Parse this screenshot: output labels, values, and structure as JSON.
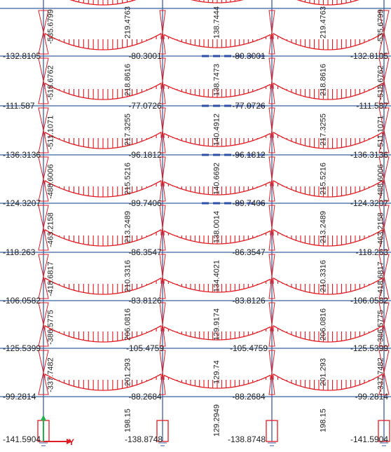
{
  "view": {
    "axis_label": "Y",
    "colors": {
      "frame": "#3a5fa0",
      "diagram": "#e31b23",
      "hatch": "#e8141c",
      "axis_y": "#e31b23",
      "axis_z": "#22b14c",
      "text": "#222222"
    }
  },
  "floors": [
    {
      "edge": "-132.8105",
      "mid_left": "-80.3001",
      "mid_right": "-80.3001",
      "edge_right": "-132.8105",
      "span_side": "218.8616",
      "span_center": "138.7473",
      "col_left": "-518.6762",
      "col_right": "-518.6762"
    },
    {
      "edge": "-111.587",
      "mid_left": "-77.0726",
      "mid_right": "-77.0726",
      "edge_right": "-111.587",
      "span_side": "217.3255",
      "span_center": "140.4912",
      "col_left": "-511.1071",
      "col_right": "-511.1071"
    },
    {
      "edge": "-136.3136",
      "mid_left": "-96.1812",
      "mid_right": "-96.1812",
      "edge_right": "-136.3136",
      "span_side": "215.5216",
      "span_center": "140.6692",
      "col_left": "-488.6006",
      "col_right": "-488.6006"
    },
    {
      "edge": "-124.3207",
      "mid_left": "-89.7406",
      "mid_right": "-89.7406",
      "edge_right": "-124.3207",
      "span_side": "213.2489",
      "span_center": "138.0014",
      "col_left": "-463.2158",
      "col_right": "-463.2158"
    },
    {
      "edge": "-118.263",
      "mid_left": "-86.3547",
      "mid_right": "-86.3547",
      "edge_right": "-118.263",
      "span_side": "210.3316",
      "span_center": "134.4021",
      "col_left": "-418.6817",
      "col_right": "-418.6817"
    },
    {
      "edge": "-106.0582",
      "mid_left": "-83.8126",
      "mid_right": "-83.8126",
      "edge_right": "-106.0582",
      "span_side": "206.0816",
      "span_center": "129.9174",
      "col_left": "-386.5775",
      "col_right": "-386.5775"
    },
    {
      "edge": "-125.5399",
      "mid_left": "-105.4759",
      "mid_right": "-105.4759",
      "edge_right": "-125.5399",
      "span_side": "201.293",
      "span_center": "129.74",
      "col_left": "-337.7482",
      "col_right": "-337.7482"
    },
    {
      "edge": "-99.2814",
      "mid_left": "-88.2684",
      "mid_right": "-88.2684",
      "edge_right": "-99.2814",
      "span_side": "198.15",
      "span_center": "129.2949",
      "col_left": "",
      "col_right": ""
    }
  ],
  "top_row": {
    "span_side": "219.4763",
    "span_center": "138.7444",
    "span_side_right": "219.4763",
    "col_left": "-535.6799",
    "col_right": "-535.6799"
  },
  "base": {
    "edge_left": "-141.5904",
    "mid_left": "-138.8748",
    "mid_right": "-138.8748",
    "edge_right": "-141.5904"
  }
}
